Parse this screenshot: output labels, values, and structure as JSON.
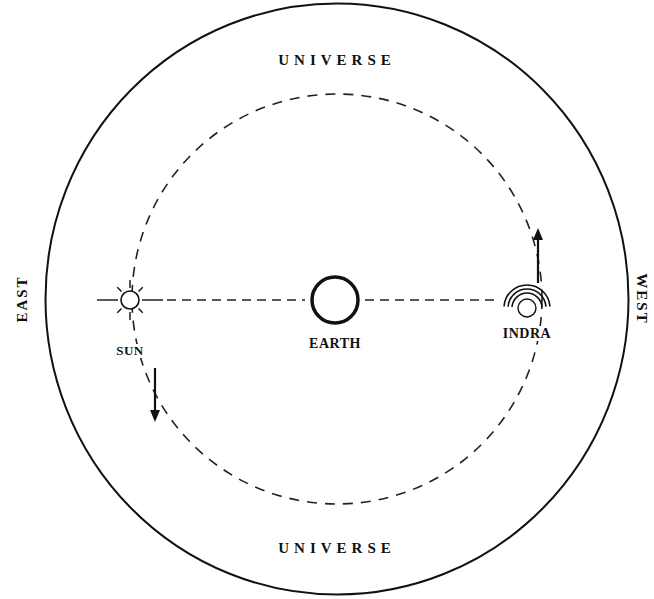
{
  "diagram": {
    "nodes": [
      {
        "text": [
          "UNIVERSE",
          "UNIVERSE"
        ]
      },
      {
        "text": [
          "SUN"
        ],
        "in": 0
      },
      {
        "text": [
          "EARTH"
        ],
        "in": 0
      },
      {
        "text": [
          "INDRA"
        ],
        "in": 0
      }
    ],
    "edges": [
      {
        "from": 1,
        "to": 2,
        "arrow": "none"
      },
      {
        "from": 2,
        "to": 3,
        "arrow": "none"
      }
    ],
    "labels": [
      "EAST",
      "WEST"
    ]
  }
}
